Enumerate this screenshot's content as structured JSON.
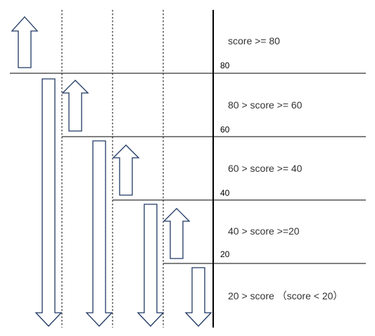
{
  "thresholds": [
    "80",
    "60",
    "40",
    "20"
  ],
  "conditions": [
    "score >= 80",
    "80 > score >= 60",
    "60 > score >= 40",
    "40 > score >=20",
    "20 > score （score < 20）"
  ]
}
